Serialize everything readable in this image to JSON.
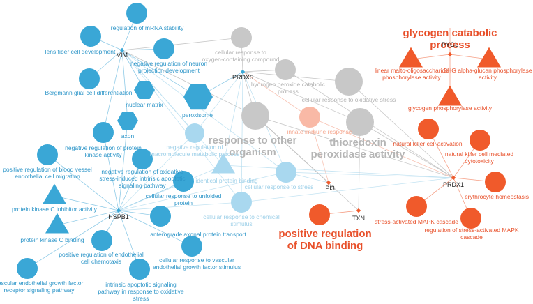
{
  "colors": {
    "blue": "#3aa7d6",
    "blue_light": "#a9d8ef",
    "blue_text": "#2c95c8",
    "blue_text_light": "#9ccfe8",
    "grey": "#c8c8c8",
    "grey_text": "#b5b5b5",
    "red": "#f05a2b",
    "red_light": "#f9b9a6",
    "red_text": "#e8502a",
    "red_text_light": "#f5a890"
  },
  "genes": [
    {
      "id": "VIM",
      "label": "VIM"
    },
    {
      "id": "PRDX5",
      "label": "PRDX5"
    },
    {
      "id": "PYGL",
      "label": "PYGL"
    },
    {
      "id": "HSPB1",
      "label": "HSPB1"
    },
    {
      "id": "PI3",
      "label": "PI3"
    },
    {
      "id": "PRDX1",
      "label": "PRDX1"
    },
    {
      "id": "TXN",
      "label": "TXN"
    }
  ],
  "terms": [
    {
      "id": "mrna",
      "label": "regulation of mRNA stability"
    },
    {
      "id": "lens",
      "label": "lens fiber cell development"
    },
    {
      "id": "negneuron",
      "label": "negative regulation of neuron projection development"
    },
    {
      "id": "bergmann",
      "label": "Bergmann glial cell differentiation"
    },
    {
      "id": "nuclear",
      "label": "nuclear matrix"
    },
    {
      "id": "perox",
      "label": "peroxisome"
    },
    {
      "id": "axon",
      "label": "axon"
    },
    {
      "id": "neg_pk",
      "label": "negative regulation of protein kinase activity"
    },
    {
      "id": "neg_macro",
      "label": "negative regulation of macromolecule metabolic process"
    },
    {
      "id": "pos_vessel",
      "label": "positive regulation of blood vessel endothelial cell migration"
    },
    {
      "id": "neg_oxid",
      "label": "negative regulation of oxidative stress-induced intrinsic apoptotic signaling pathway"
    },
    {
      "id": "identical",
      "label": "identical protein binding"
    },
    {
      "id": "pkc_inhib",
      "label": "protein kinase C inhibitor activity"
    },
    {
      "id": "unfolded",
      "label": "cellular response to unfolded protein"
    },
    {
      "id": "cell_stress",
      "label": "cellular response to stress"
    },
    {
      "id": "chem",
      "label": "cellular response to chemical stimulus"
    },
    {
      "id": "pkc_bind",
      "label": "protein kinase C binding"
    },
    {
      "id": "antero",
      "label": "anterograde axonal protein transport"
    },
    {
      "id": "pos_endo",
      "label": "positive regulation of endothelial cell chemotaxis"
    },
    {
      "id": "vegf_stim",
      "label": "cellular response to vascular endothelial growth factor stimulus"
    },
    {
      "id": "vegf_path",
      "label": "vascular endothelial growth factor receptor signaling pathway"
    },
    {
      "id": "intrinsic",
      "label": "intrinsic apoptotic signaling pathway in response to oxidative stress"
    },
    {
      "id": "oxy",
      "label": "cellular response to oxygen-containing compound"
    },
    {
      "id": "h2o2",
      "label": "hydrogen peroxide catabolic process"
    },
    {
      "id": "ox_stress",
      "label": "cellular response to oxidative stress"
    },
    {
      "id": "other_org",
      "label": "response to other organism"
    },
    {
      "id": "thio",
      "label": "thioredoxin peroxidase activity"
    },
    {
      "id": "innate",
      "label": "innate immune response"
    },
    {
      "id": "glyco",
      "label": "glycogen catabolic process"
    },
    {
      "id": "malto",
      "label": "linear malto-oligosaccharide phosphorylase activity"
    },
    {
      "id": "shg",
      "label": "SHG alpha-glucan phosphorylase activity"
    },
    {
      "id": "gphos",
      "label": "glycogen phosphorylase activity"
    },
    {
      "id": "nk_act",
      "label": "natural killer cell activation"
    },
    {
      "id": "nk_cyto",
      "label": "natural killer cell mediated cytotoxicity"
    },
    {
      "id": "erythro",
      "label": "erythrocyte homeostasis"
    },
    {
      "id": "mapk",
      "label": "stress-activated MAPK cascade"
    },
    {
      "id": "reg_mapk",
      "label": "regulation of stress-activated MAPK cascade"
    },
    {
      "id": "pos_dna",
      "label": "positive regulation of DNA binding"
    }
  ]
}
